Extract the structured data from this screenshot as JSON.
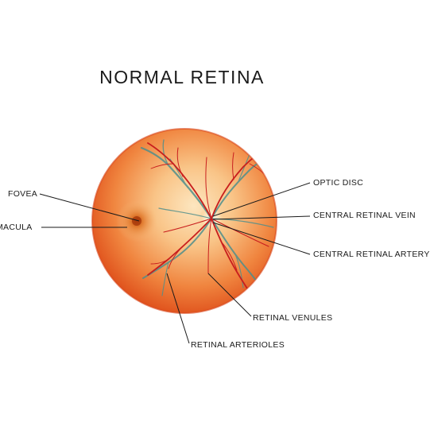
{
  "title": "NORMAL RETINA",
  "labels": {
    "fovea": "FOVEA",
    "macula": "MACULA",
    "optic_disc": "OPTIC DISC",
    "central_retinal_vein": "CENTRAL RETINAL VEIN",
    "central_retinal_artery": "CENTRAL RETINAL ARTERY",
    "retinal_venules": "RETINAL VENULES",
    "retinal_arterioles": "RETINAL ARTERIOLES"
  },
  "colors": {
    "artery": "#c81e1e",
    "vein": "#4f8f8c",
    "retina_center": "#fbd7a2",
    "retina_edge": "#e2521b",
    "leader": "#1a1a1a"
  }
}
